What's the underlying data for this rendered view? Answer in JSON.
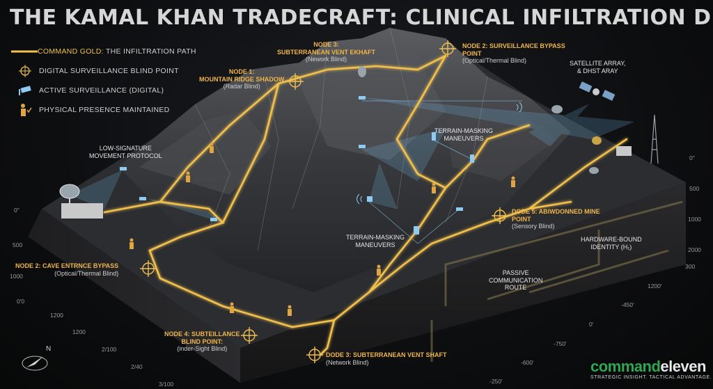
{
  "title": "THE KAMAL KHAN TRADECRAFT: CLINICAL INFILTRATION DIAGRAM",
  "colors": {
    "gold": "#f2c14e",
    "surveillance_blue": "#6fb7e6",
    "terrain": "#2a2b2e",
    "background": "#0b0c0e"
  },
  "legend": [
    {
      "icon": "gold-path-line",
      "label_highlight": "COMMAND GOLD:",
      "label": "THE INFILTRATION PATH"
    },
    {
      "icon": "crosshair-icon",
      "label_highlight": "",
      "label": "DIGITAL SURVEILLANCE BLIND POINT"
    },
    {
      "icon": "cctv-camera-icon",
      "label_highlight": "",
      "label": "ACTIVE SURVEILLANCE (DIGITAL)"
    },
    {
      "icon": "soldier-check-icon",
      "label_highlight": "",
      "label": "PHYSICAL PRESENCE MAINTAINED"
    }
  ],
  "labels": {
    "node1": {
      "title": "NODE 1:\nMOUNTAIN RIDGE SHADOW",
      "sub": "(Radar Blind)"
    },
    "node3_top": {
      "title": "NODE 3:\nSUBTERRANEAN VENT EKHAFT",
      "sub": "(Nework Blind)"
    },
    "node2_top": {
      "title": "NODE 2: SURVEILLANCE BYPASS\nPOINT",
      "sub": "(Optical/Thermal Blind)"
    },
    "satellite": {
      "title": "SATELLITE ARRAY,\n& DHST ARAY"
    },
    "terrain_masking_1": {
      "title": "TERRAIN-MASKING\nMANEUVERS"
    },
    "low_signature": {
      "title": "LOW-SIGNATURE\nMOVEMENT PROTOCOL"
    },
    "node5": {
      "title": "DODE 5: ABIWDONNED MINE\nPOINT",
      "sub": "(Sensory Blind)"
    },
    "terrain_masking_2": {
      "title": "TERRAIN-MASKING\nMANEUVERS"
    },
    "hardware_bound": {
      "title": "HARDWARE-BOUND\nIDENTITY (H₁)"
    },
    "passive_comm": {
      "title": "PASSIVE\nCOMMUNICATION\nROUTE"
    },
    "node2_cave": {
      "title": "NODE 2: CAVE ENTRNCE BYPASS",
      "sub": "(Optical/Thermal Blind)"
    },
    "node4": {
      "title": "NODE 4: SUBTEILLANCE\nBLIND POINT:",
      "sub": "(inder-Sight Blind)"
    },
    "node3_bottom": {
      "title": "DODE 3: SUBTERRANEAN VENT SHAFT",
      "sub": "(Network Blind)"
    }
  },
  "axes": {
    "left": [
      "0″",
      "500",
      "1000",
      "0'0"
    ],
    "front_left": [
      "1200",
      "1200",
      "2/100",
      "2/40",
      "3/100"
    ],
    "right": [
      "0″",
      "500",
      "1000",
      "2000",
      "300"
    ],
    "front_right": [
      "1200'",
      "-450'",
      "0'",
      "-750'",
      "-600'",
      "-250'"
    ]
  },
  "brand": {
    "name_part1": "command",
    "name_part2": "eleven",
    "tagline": "STRATEGIC INSIGHT. TACTICAL ADVANTAGE."
  },
  "compass_label": "N"
}
